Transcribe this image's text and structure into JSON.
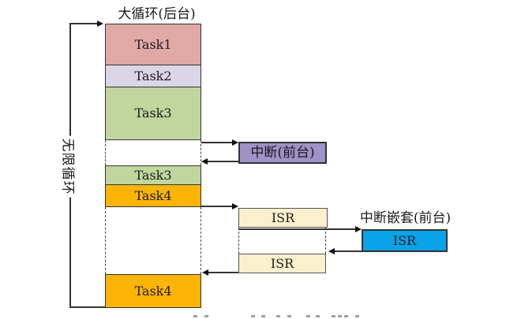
{
  "title": "大循环(后台)",
  "loop_label": "无限循环",
  "colors": {
    "task1": "#E0A9A6",
    "task2": "#DBD5E8",
    "task3": "#C1D59E",
    "task4": "#FCB505",
    "interrupt": "#9E92C6",
    "isr": "#FBF0CE",
    "isr_nested": "#0AA2E8"
  },
  "stack": {
    "segments": [
      {
        "label": "Task1"
      },
      {
        "label": "Task2"
      },
      {
        "label": "Task3"
      },
      {
        "label": "Task3"
      },
      {
        "label": "Task4"
      },
      {
        "label": "Task4"
      }
    ]
  },
  "foreground": {
    "interrupt_label": "中断(前台)",
    "isr1_label": "ISR",
    "nested_title": "中断嵌套(前台)",
    "nested_isr_label": "ISR",
    "isr2_label": "ISR"
  },
  "caption_marks": {
    "xs": [
      245,
      259,
      318,
      331,
      350,
      364,
      388,
      400,
      420,
      428,
      436,
      450
    ]
  }
}
